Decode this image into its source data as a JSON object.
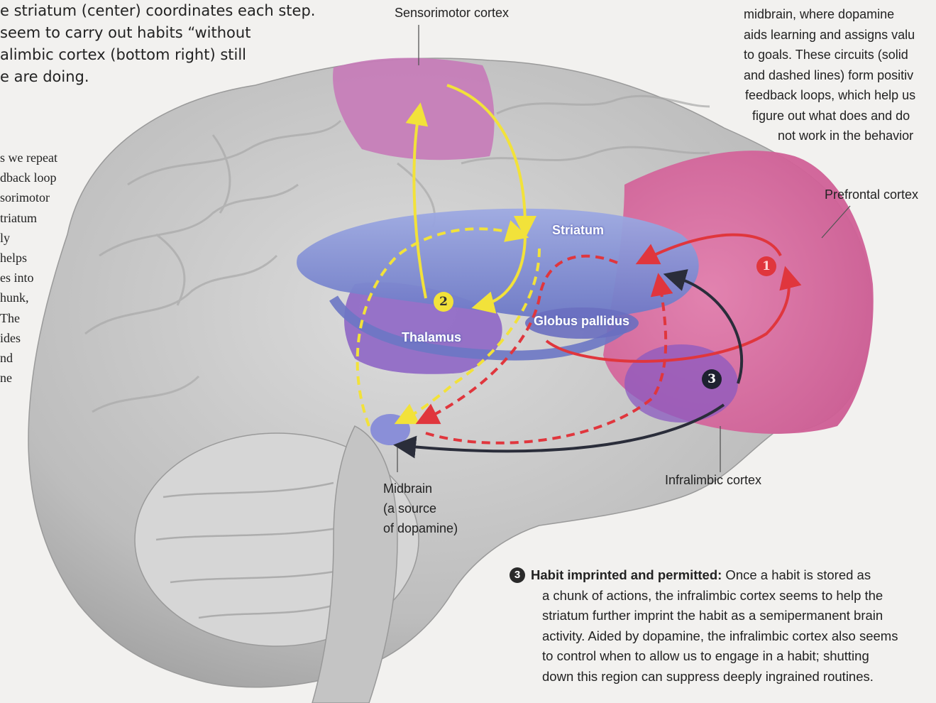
{
  "intro_top_left": {
    "lines": [
      "e striatum (center) coordinates each step.",
      "seem to carry out habits “without",
      "alimbic cortex (bottom right) still",
      "e are doing."
    ]
  },
  "intro_left": {
    "lines": [
      "s we repeat",
      "dback loop",
      "sorimotor",
      "triatum",
      "ly",
      "helps",
      "es into",
      "hunk,",
      "The",
      "ides",
      "nd",
      "ne"
    ]
  },
  "intro_top_right": {
    "lines": [
      "midbrain, where dopamine",
      "aids learning and assigns valu",
      "to goals. These circuits (solid",
      "and dashed lines) form positiv",
      "feedback loops, which help us",
      "figure out what does and do",
      "not work in the behavior"
    ]
  },
  "labels": {
    "sensorimotor": "Sensorimotor cortex",
    "prefrontal": "Prefrontal cortex",
    "striatum": "Striatum",
    "globus": "Globus pallidus",
    "thalamus": "Thalamus",
    "midbrain": [
      "Midbrain",
      "(a source",
      "of dopamine)"
    ],
    "infralimbic": "Infralimbic cortex"
  },
  "badges": {
    "one": "1",
    "two": "2",
    "three": "3"
  },
  "caption": {
    "number": "3",
    "heading": "Habit imprinted and permitted:",
    "first_line_rest": " Once a habit is stored as",
    "lines": [
      "a chunk of actions, the infralimbic cortex seems to help the",
      "striatum further imprint the habit as a semipermanent brain",
      "activity. Aided by dopamine, the infralimbic cortex also seems",
      "to control when to allow us to engage in a habit; shutting",
      "down this region can suppress deeply ingrained routines."
    ]
  },
  "colors": {
    "brain_gray": "#c9c9c9",
    "sensorimotor": "#c67ab8",
    "prefrontal": "#d8659a",
    "striatum_blue": "#7f8fd6",
    "yellow_path": "#f2e23a",
    "red_path": "#e0363d",
    "black_path": "#2a2d3a"
  }
}
